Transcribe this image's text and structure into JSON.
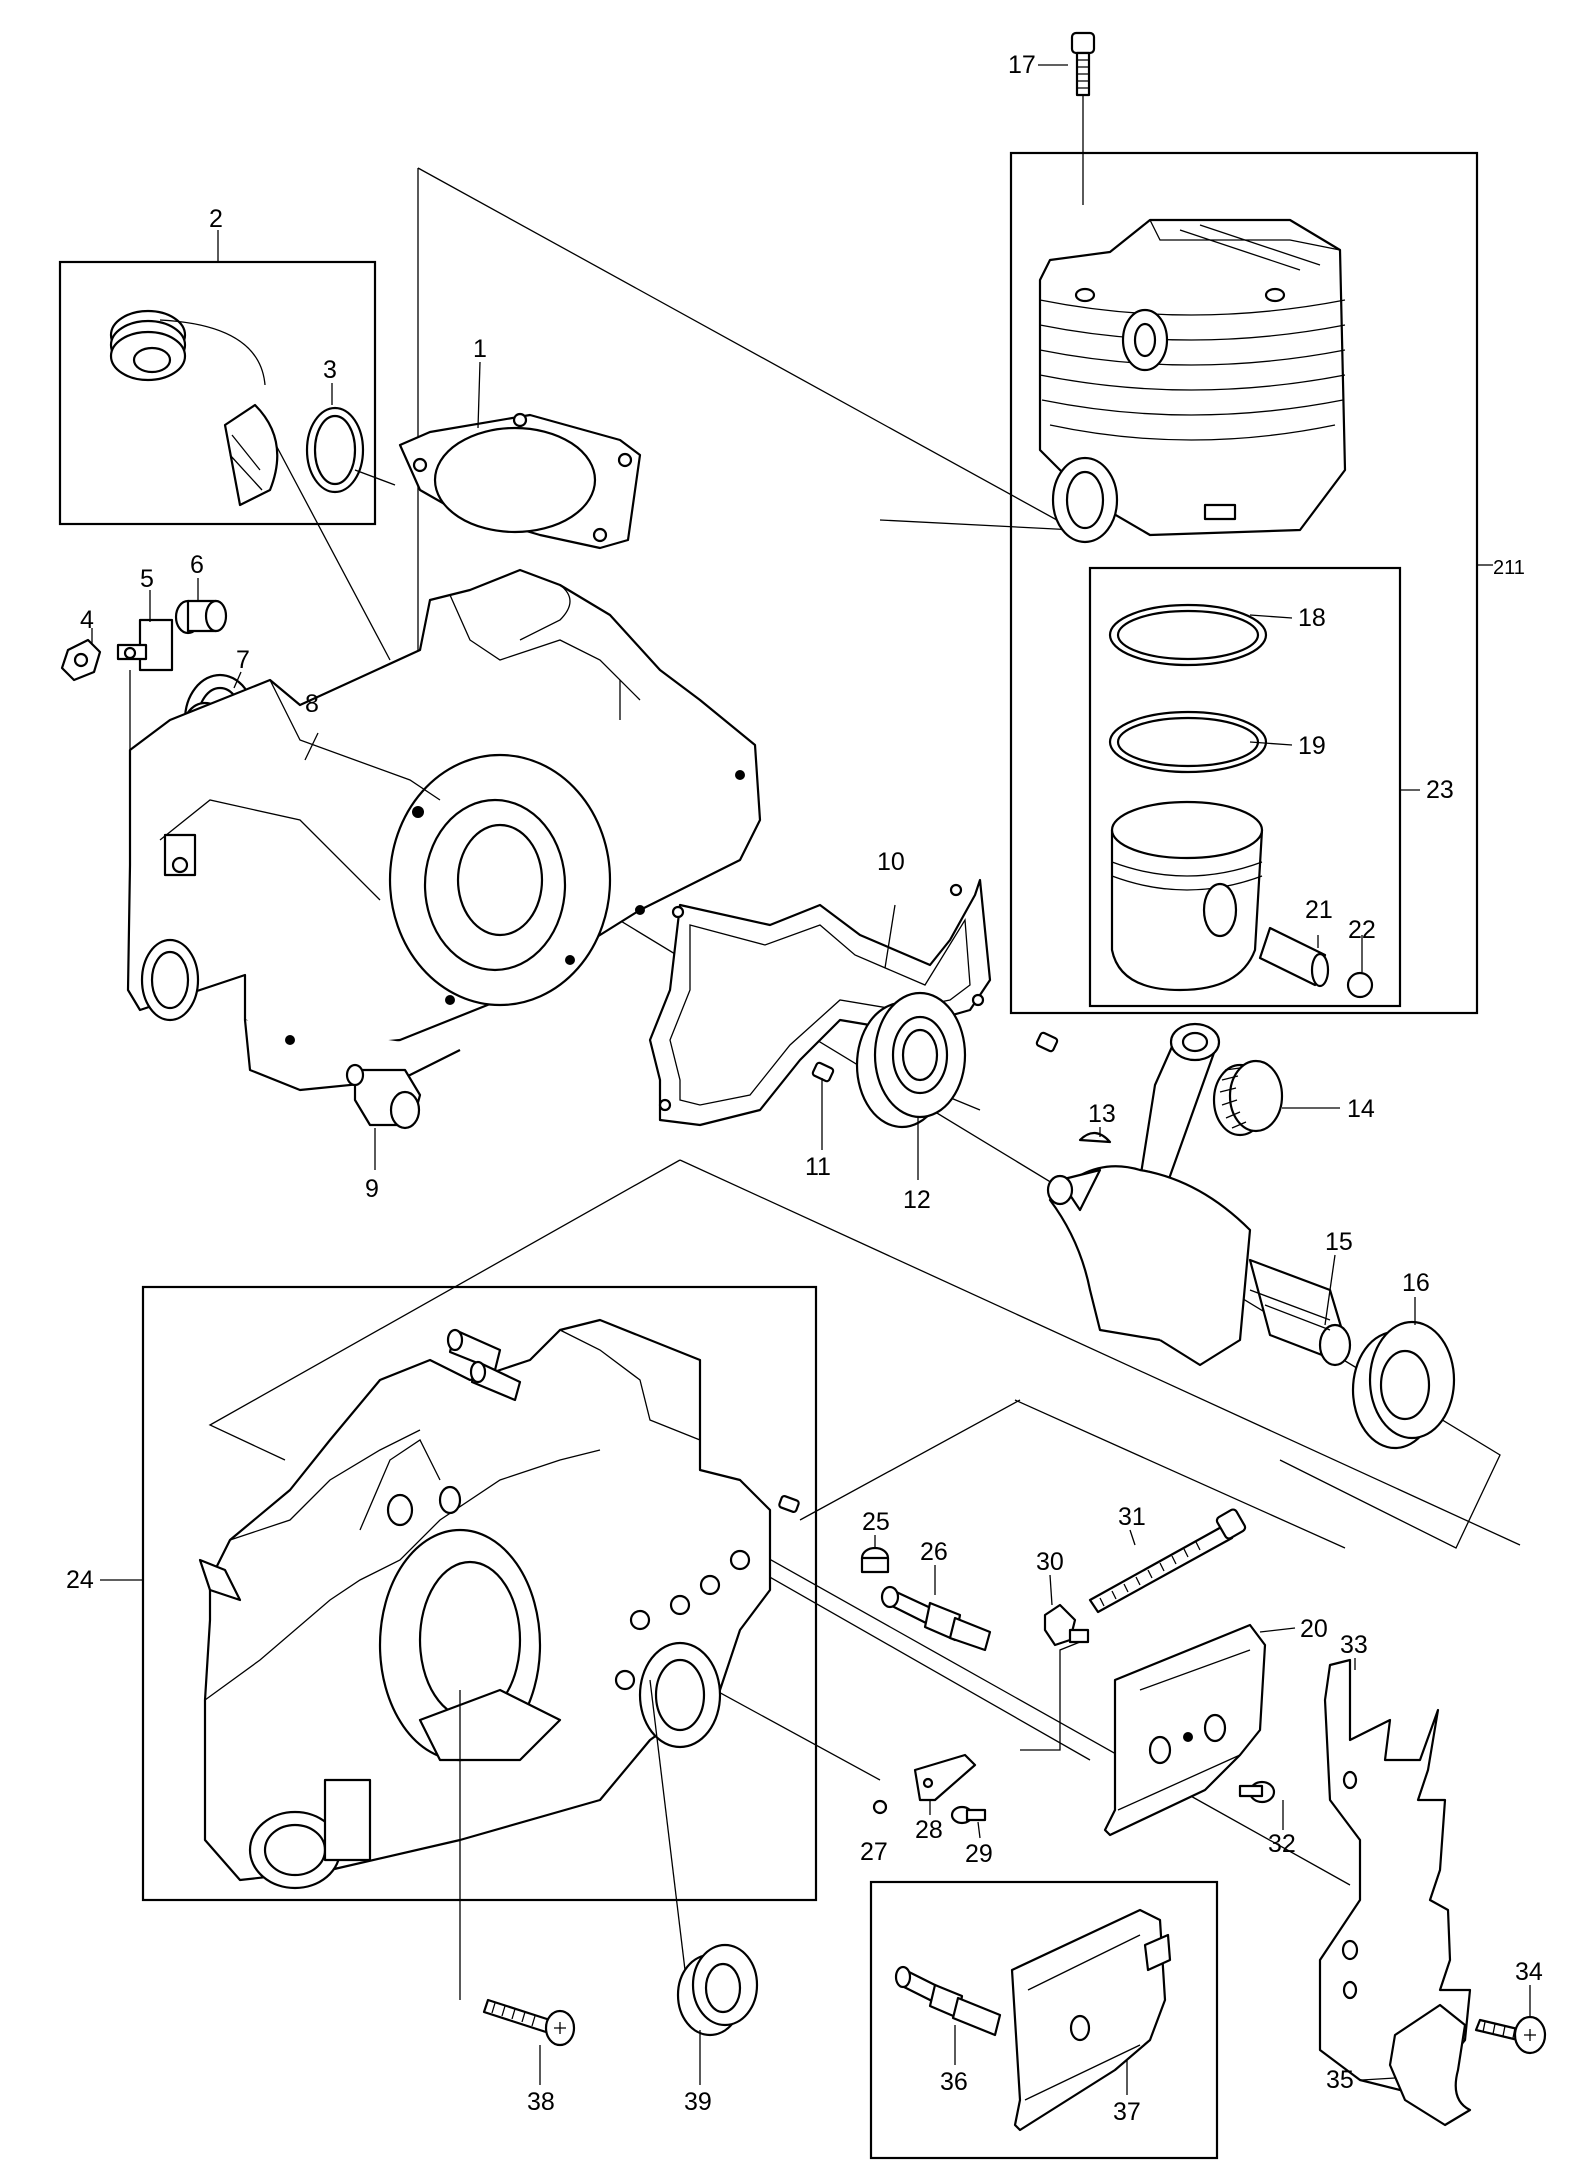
{
  "labels": {
    "p1": "1",
    "p2": "2",
    "p3": "3",
    "p4": "4",
    "p5": "5",
    "p6": "6",
    "p7": "7",
    "p8": "8",
    "p9": "9",
    "p10": "10",
    "p11": "11",
    "p12": "12",
    "p13": "13",
    "p14": "14",
    "p15": "15",
    "p16": "16",
    "p17": "17",
    "p18": "18",
    "p19": "19",
    "p20": "20",
    "p21": "21",
    "p22": "22",
    "p23": "23",
    "p24": "24",
    "p25": "25",
    "p26": "26",
    "p27": "27",
    "p28": "28",
    "p29": "29",
    "p30": "30",
    "p31": "31",
    "p32": "32",
    "p33": "33",
    "p34": "34",
    "p35": "35",
    "p36": "36",
    "p37": "37",
    "p38": "38",
    "p39": "39",
    "p211": "211"
  }
}
